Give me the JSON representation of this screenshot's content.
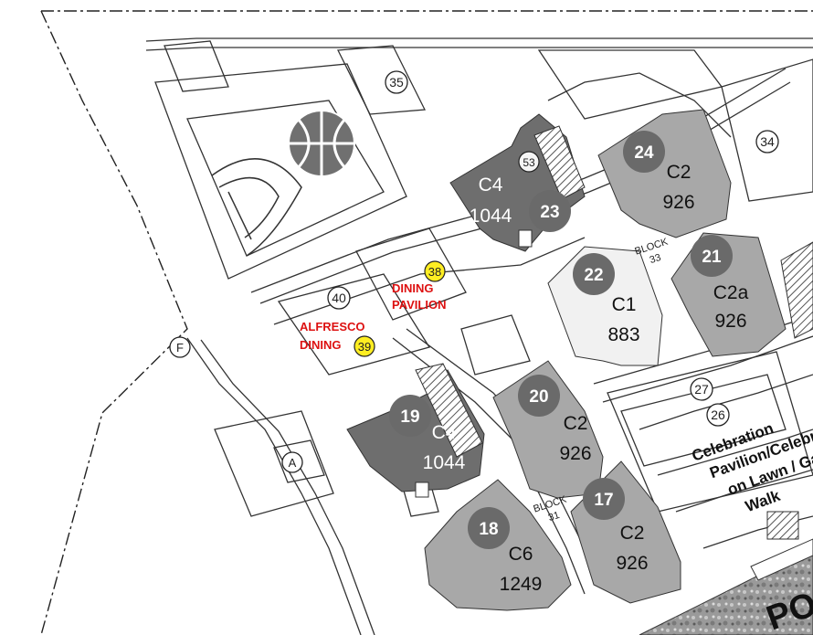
{
  "map": {
    "colors": {
      "dark": "#6e6e6e",
      "mid": "#a8a8a8",
      "light": "#f1f1f1",
      "badge": "#6a6a6a",
      "yellow": "#ffee22",
      "red": "#dd1111",
      "line": "#333333"
    },
    "markers": {
      "m35": "35",
      "m34": "34",
      "m40": "40",
      "m38": "38",
      "m39": "39",
      "m27": "27",
      "m26": "26",
      "mF": "F",
      "mA": "A",
      "m53": "53"
    },
    "units": {
      "u24": {
        "badge": "24",
        "type": "C2",
        "size": "926"
      },
      "u23": {
        "badge": "23",
        "type": "C4",
        "size": "1044"
      },
      "u22": {
        "badge": "22",
        "type": "C1",
        "size": "883"
      },
      "u21": {
        "badge": "21",
        "type": "C2a",
        "size": "926"
      },
      "u20": {
        "badge": "20",
        "type": "C2",
        "size": "926"
      },
      "u19": {
        "badge": "19",
        "type": "C4",
        "size": "1044"
      },
      "u18": {
        "badge": "18",
        "type": "C6",
        "size": "1249"
      },
      "u17": {
        "badge": "17",
        "type": "C2",
        "size": "926"
      }
    },
    "blocks": {
      "b33": {
        "line1": "BLOCK",
        "line2": "33"
      },
      "b31": {
        "line1": "BLOCK",
        "line2": "31"
      }
    },
    "labels": {
      "dining": {
        "line1": "DINING",
        "line2": "PAVILION"
      },
      "alfresco": {
        "line1": "ALFRESCO",
        "line2": "DINING"
      },
      "celebration": {
        "line1": "Celebration",
        "line2": "Pavilion/Celebration",
        "line3": "on Lawn / Garden",
        "line4": "Walk"
      },
      "road": "PO"
    }
  }
}
